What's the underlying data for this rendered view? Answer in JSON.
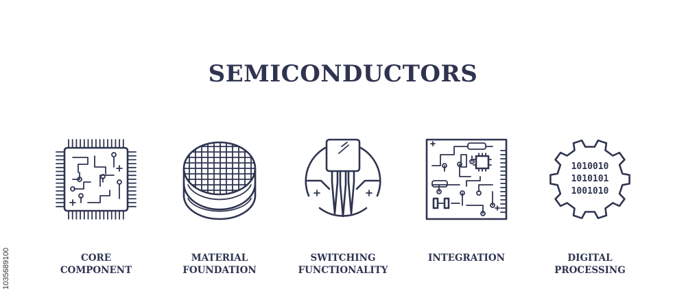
{
  "title": "SEMICONDUCTORS",
  "items": [
    {
      "label": "CORE\nCOMPONENT",
      "icon": "chip-icon"
    },
    {
      "label": "MATERIAL\nFOUNDATION",
      "icon": "wafer-stack-icon"
    },
    {
      "label": "SWITCHING\nFUNCTIONALITY",
      "icon": "transistor-icon"
    },
    {
      "label": "INTEGRATION",
      "icon": "circuit-board-icon"
    },
    {
      "label": "DIGITAL\nPROCESSING",
      "icon": "binary-gear-icon"
    }
  ],
  "binary_rows": [
    "1010010",
    "1010101",
    "1001010"
  ],
  "stock_id": "1035689100",
  "colors": {
    "ink": "#2e3450",
    "background": "#ffffff"
  }
}
